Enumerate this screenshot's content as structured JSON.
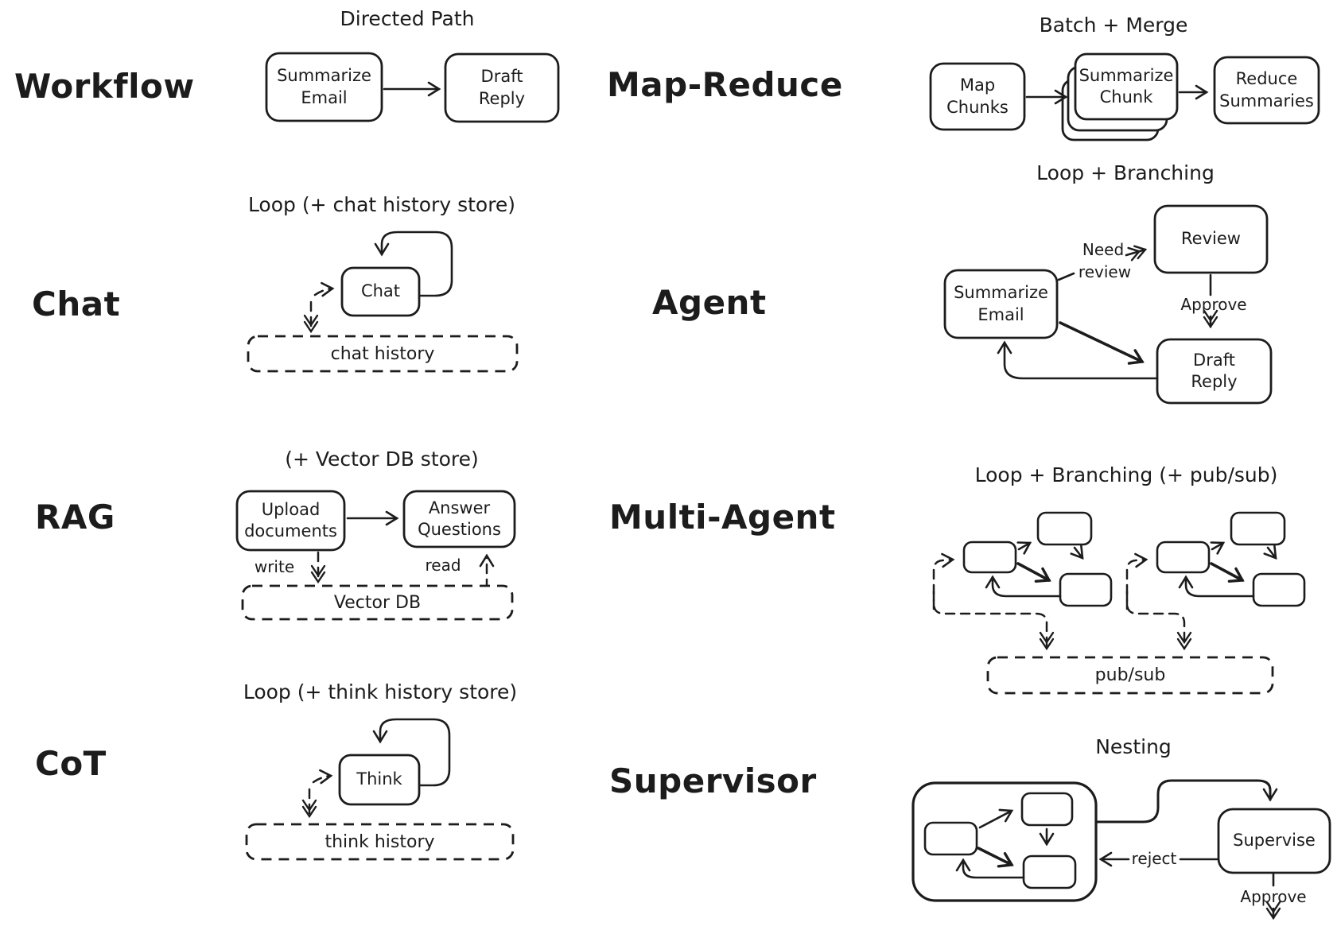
{
  "canvas": {
    "background": "#ffffff",
    "ink": "#1c1c1c"
  },
  "sections": {
    "workflow": {
      "label": "Workflow",
      "title": "Directed Path",
      "nodes": {
        "summarize_email": "Summarize Email",
        "draft_reply": "Draft Reply"
      }
    },
    "map_reduce": {
      "label": "Map-Reduce",
      "title": "Batch + Merge",
      "nodes": {
        "map_chunks": "Map Chunks",
        "summarize_chunk": "Summarize Chunk",
        "reduce_summaries": "Reduce Summaries"
      }
    },
    "chat": {
      "label": "Chat",
      "title": "Loop (+ chat history store)",
      "nodes": {
        "chat": "Chat"
      },
      "store_label": "chat history"
    },
    "agent": {
      "label": "Agent",
      "title": "Loop + Branching",
      "nodes": {
        "summarize_email": "Summarize Email",
        "review": "Review",
        "draft_reply": "Draft Reply"
      },
      "edges": {
        "need": "Need",
        "review": "review",
        "approve": "Approve"
      }
    },
    "rag": {
      "label": "RAG",
      "title": "(+ Vector DB store)",
      "nodes": {
        "upload": "Upload documents",
        "answer": "Answer Questions"
      },
      "edges": {
        "write": "write",
        "read": "read"
      },
      "store_label": "Vector DB"
    },
    "multi_agent": {
      "label": "Multi-Agent",
      "title": "Loop + Branching (+ pub/sub)",
      "store_label": "pub/sub"
    },
    "cot": {
      "label": "CoT",
      "title": "Loop (+ think history store)",
      "nodes": {
        "think": "Think"
      },
      "store_label": "think history"
    },
    "supervisor": {
      "label": "Supervisor",
      "title": "Nesting",
      "nodes": {
        "supervise": "Supervise"
      },
      "edges": {
        "reject": "reject",
        "approve": "Approve"
      }
    }
  }
}
